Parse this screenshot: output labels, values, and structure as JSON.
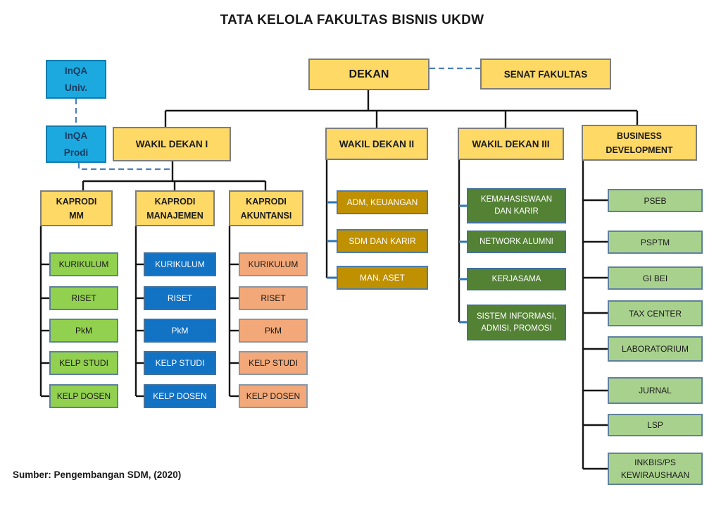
{
  "title": "TATA KELOLA FAKULTAS BISNIS UKDW",
  "footer": {
    "source": "Sumber: Pengembangan SDM, (2020)"
  },
  "colors": {
    "node_yellow": "#FFD966",
    "inqa_cyan": "#1CA9E0",
    "mm_green": "#92D050",
    "manajemen_blue": "#1272C4",
    "akuntansi_salmon": "#F2A878",
    "wd2_gold": "#BF9000",
    "wd3_dark_green": "#548235",
    "bd_light_green": "#A9D18E",
    "connector_black": "#141414",
    "connector_blue": "#2E74B5",
    "dashed_blue": "#4A7EBB"
  },
  "org": {
    "inqa_univ": "InQA\nUniv.",
    "inqa_prodi": "InQA\nProdi",
    "dekan": "DEKAN",
    "senat": "SENAT FAKULTAS",
    "wakil_dekan_1": "WAKIL DEKAN I",
    "wakil_dekan_2": "WAKIL DEKAN II",
    "wakil_dekan_3": "WAKIL DEKAN III",
    "business_development": "BUSINESS\nDEVELOPMENT",
    "kaprodi": [
      {
        "label": "KAPRODI\nMM",
        "units": [
          "KURIKULUM",
          "RISET",
          "PkM",
          "KELP STUDI",
          "KELP DOSEN"
        ]
      },
      {
        "label": "KAPRODI\nMANAJEMEN",
        "units": [
          "KURIKULUM",
          "RISET",
          "PkM",
          "KELP STUDI",
          "KELP DOSEN"
        ]
      },
      {
        "label": "KAPRODI\nAKUNTANSI",
        "units": [
          "KURIKULUM",
          "RISET",
          "PkM",
          "KELP STUDI",
          "KELP DOSEN"
        ]
      }
    ],
    "wd2_units": [
      "ADM, KEUANGAN",
      "SDM DAN KARIR",
      "MAN. ASET"
    ],
    "wd3_units": [
      "KEMAHASISWAAN\nDAN KARIR",
      "NETWORK ALUMNI",
      "KERJASAMA",
      "SISTEM INFORMASI,\nADMISI, PROMOSI"
    ],
    "bd_units": [
      "PSEB",
      "PSPTM",
      "GI BEI",
      "TAX CENTER",
      "LABORATORIUM",
      "JURNAL",
      "LSP",
      "INKBIS/PS\nKEWIRAUSHAAN"
    ]
  }
}
